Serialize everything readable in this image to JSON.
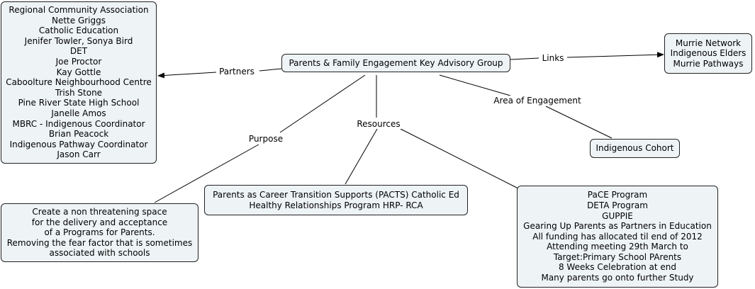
{
  "nodes": {
    "central": {
      "lines": [
        "Parents & Family Engagement Key Advisory Group"
      ]
    },
    "partners": {
      "lines": [
        "Regional Community Association",
        "Nette Griggs",
        "Catholic Education",
        "Jenifer Towler, Sonya Bird",
        "DET",
        "Joe Proctor",
        "Kay Gottle",
        "Caboolture Neighbourhood Centre",
        "Trish Stone",
        "Pine River State High School",
        "Janelle Amos",
        "MBRC - Indigenous Coordinator",
        "Brian Peacock",
        "Indigenous Pathway Coordinator",
        "Jason Carr"
      ]
    },
    "links_target": {
      "lines": [
        "Murrie Network",
        "Indigenous Elders",
        "Murrie Pathways"
      ]
    },
    "indigenous_cohort": {
      "lines": [
        "Indigenous Cohort"
      ]
    },
    "purpose_target": {
      "lines": [
        "Create a non threatening space",
        "for the delivery and acceptance",
        "of a Programs for Parents.",
        "Removing the fear factor that is sometimes",
        "associated with schools"
      ]
    },
    "resources_target_1": {
      "lines": [
        "Parents as Career Transition Supports (PACTS) Catholic Ed",
        "Healthy Relationships Program HRP- RCA"
      ]
    },
    "resources_target_2": {
      "lines": [
        "PaCE Program",
        "DETA Program",
        "GUPPIE",
        "Gearing Up Parents as Partners in Education",
        "All funding has allocated til end of 2012",
        "Attending meeting 29th March to",
        "Target:Primary School PArents",
        "8 Weeks Celebration at end",
        "Many parents go onto further Study"
      ]
    }
  },
  "link_labels": {
    "partners": "Partners",
    "links": "Links",
    "area_of_engagement": "Area of Engagement",
    "purpose": "Purpose",
    "resources": "Resources"
  }
}
